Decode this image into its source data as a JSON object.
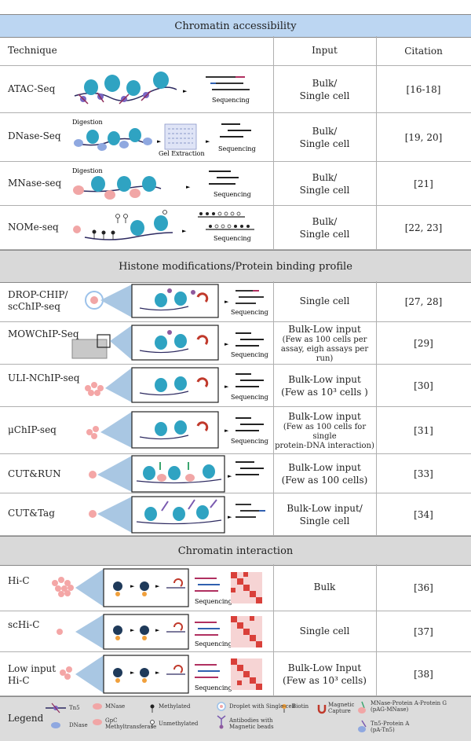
{
  "sections": {
    "chromatin_accessibility": "Chromatin accessibility",
    "histone": "Histone modifications/Protein binding profile",
    "interaction": "Chromatin interaction"
  },
  "header": {
    "technique": "Technique",
    "input": "Input",
    "citation": "Citation"
  },
  "labels": {
    "sequencing": "Sequencing",
    "digestion": "Digestion",
    "gel_extraction": "Gel Extraction"
  },
  "rows": [
    {
      "technique": "ATAC-Seq",
      "input_1": "Bulk/",
      "input_2": "Single cell",
      "citation": "[16-18]"
    },
    {
      "technique": "DNase-Seq",
      "input_1": "Bulk/",
      "input_2": "Single cell",
      "citation": "[19, 20]"
    },
    {
      "technique": "MNase-seq",
      "input_1": "Bulk/",
      "input_2": "Single cell",
      "citation": "[21]"
    },
    {
      "technique": "NOMe-seq",
      "input_1": "Bulk/",
      "input_2": "Single cell",
      "citation": "[22, 23]"
    },
    {
      "technique_1": "DROP-CHIP/",
      "technique_2": "scChIP-seq",
      "input": "Single cell",
      "citation": "[27, 28]"
    },
    {
      "technique": "MOWChIP-Seq",
      "input_1": "Bulk-Low input",
      "input_2": "(Few as 100 cells per",
      "input_3": "assay, eigh assays per run)",
      "citation": "[29]"
    },
    {
      "technique": "ULI-NChIP-seq",
      "input_1": "Bulk-Low input",
      "input_2": "(Few as 10³ cells )",
      "citation": "[30]"
    },
    {
      "technique": "μChIP-seq",
      "input_1": "Bulk-Low input",
      "input_2": "(Few as 100 cells for single",
      "input_3": "protein-DNA interaction)",
      "citation": "[31]"
    },
    {
      "technique": "CUT&RUN",
      "input_1": "Bulk-Low input",
      "input_2": "(Few as 100 cells)",
      "citation": "[33]"
    },
    {
      "technique": "CUT&Tag",
      "input_1": "Bulk-Low input/",
      "input_2": "Single cell",
      "citation": "[34]"
    },
    {
      "technique": "Hi-C",
      "input": "Bulk",
      "citation": "[36]"
    },
    {
      "technique": "scHi-C",
      "input": "Single cell",
      "citation": "[37]"
    },
    {
      "technique_1": "Low input",
      "technique_2": "Hi-C",
      "input_1": "Bulk-Low Input",
      "input_2": "(Few as 10³ cells)",
      "citation": "[38]"
    }
  ],
  "legend": {
    "title": "Legend",
    "tn5": "Tn5",
    "dnase": "DNase",
    "mnase": "MNase",
    "gpc_1": "GpC",
    "gpc_2": "Methyltransferase",
    "methylated": "Methylated",
    "unmethylated": "Unmethylated",
    "droplet": "Droplet with Single-cell",
    "antibodies_1": "Antibodies with",
    "antibodies_2": "Magnetic beads",
    "biotin": "Biotin",
    "magnetic_1": "Magnetic",
    "magnetic_2": "Capture",
    "pag_1": "MNase-Protein A-Protein G",
    "pag_2": "(pAG-MNase)",
    "tn5pa_1": "Tn5-Protein A",
    "tn5pa_2": "(pA-Tn5)"
  },
  "colors": {
    "section_blue": "#bcd6f2",
    "section_gray": "#d9d9d9",
    "nucleosome": "#2fa3c2",
    "cell_pink": "#f4a6a6",
    "dnase_blue": "#8fa8e0"
  }
}
